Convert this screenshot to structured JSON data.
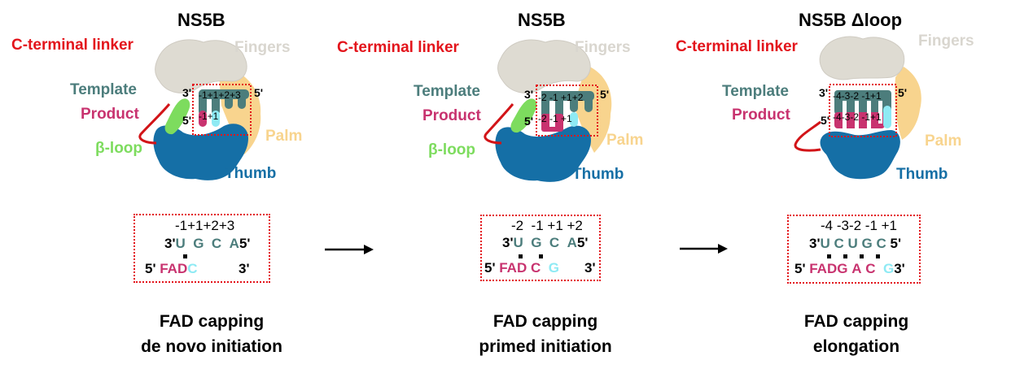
{
  "colors": {
    "linker": "#e3141b",
    "template": "#4c7d7c",
    "product": "#c8336f",
    "new_nucleotide": "#8eeaf4",
    "beta_loop": "#7ddc5e",
    "thumb": "#166fa5",
    "palm": "#f8d48e",
    "fingers": "#dedbd2"
  },
  "panels": [
    {
      "title": "NS5B",
      "labels": {
        "linker": "C-terminal linker",
        "fingers": "Fingers",
        "template": "Template",
        "product": "Product",
        "beta_loop": "β-loop",
        "palm": "Palm",
        "thumb": "Thumb"
      },
      "inset": {
        "template_3": "3'",
        "template_5": "5'",
        "product_5": "5'",
        "template_positions": "-1+1+2+3",
        "product_positions": "-1+1"
      },
      "sequence": {
        "positions": "-1+1+2+3",
        "template_prefix": "3'",
        "template_bases": [
          "U",
          "G",
          "C",
          "A"
        ],
        "template_suffix": "5'",
        "product_prefix": "5'",
        "product_cap": "FAD",
        "product_bases": [
          "C"
        ],
        "new_base": "",
        "product_suffix": "3'"
      },
      "caption": [
        "FAD capping",
        "de novo initiation"
      ]
    },
    {
      "title": "NS5B",
      "labels": {
        "linker": "C-terminal linker",
        "fingers": "Fingers",
        "template": "Template",
        "product": "Product",
        "beta_loop": "β-loop",
        "palm": "Palm",
        "thumb": "Thumb"
      },
      "inset": {
        "template_3": "3'",
        "template_5": "5'",
        "product_5": "5'",
        "template_positions": "-2 -1 +1+2",
        "product_positions": "-2 -1 +1"
      },
      "sequence": {
        "positions": "-2  -1 +1 +2",
        "template_prefix": "3'",
        "template_bases": [
          "U",
          "G",
          "C",
          "A"
        ],
        "template_suffix": "5'",
        "product_prefix": "5'",
        "product_cap": "FAD",
        "product_bases": [
          "C"
        ],
        "new_base": "G",
        "product_suffix": "3'"
      },
      "caption": [
        "FAD capping",
        "primed initiation"
      ]
    },
    {
      "title": "NS5B Δloop",
      "labels": {
        "linker": "C-terminal linker",
        "fingers": "Fingers",
        "template": "Template",
        "product": "Product",
        "palm": "Palm",
        "thumb": "Thumb"
      },
      "inset": {
        "template_3": "3'",
        "template_5": "5'",
        "product_5": "5'",
        "template_positions": "-4-3-2 -1+1",
        "product_positions": "-4-3-2 -1+1"
      },
      "sequence": {
        "positions": "-4 -3-2 -1 +1",
        "template_prefix": "3'",
        "template_bases": [
          "U",
          "C",
          "U",
          "G",
          "C"
        ],
        "template_suffix": "5'",
        "product_prefix": "5'",
        "product_cap": "FAD",
        "product_bases": [
          "G",
          "A",
          "C"
        ],
        "new_base": "G",
        "product_suffix": "3'"
      },
      "caption": [
        "FAD capping",
        "elongation"
      ]
    }
  ],
  "arrows": [
    {
      "from": "de novo initiation",
      "to": "primed initiation"
    },
    {
      "from": "primed initiation",
      "to": "elongation"
    }
  ]
}
